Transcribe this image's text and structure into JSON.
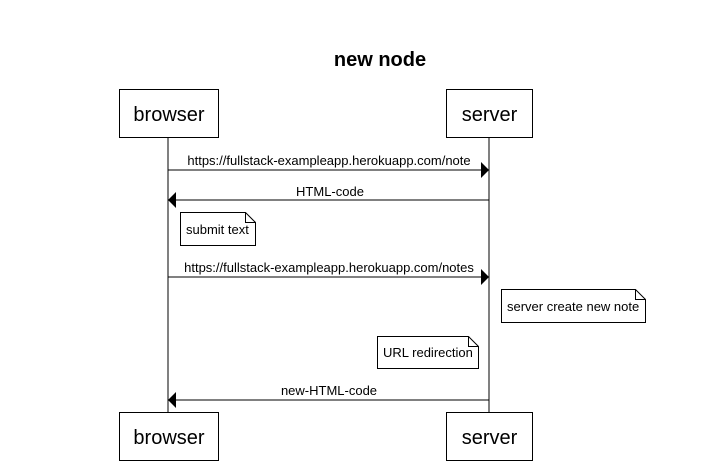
{
  "diagram": {
    "title": "new node",
    "actors": {
      "browser": "browser",
      "server": "server"
    },
    "messages": [
      {
        "from": "browser",
        "to": "server",
        "label": "https://fullstack-exampleapp.herokuapp.com/note"
      },
      {
        "from": "server",
        "to": "browser",
        "label": "HTML-code"
      },
      {
        "from": "browser",
        "to": "server",
        "label": "https://fullstack-exampleapp.herokuapp.com/notes"
      },
      {
        "from": "server",
        "to": "browser",
        "label": "new-HTML-code"
      }
    ],
    "notes": [
      {
        "text": "submit text"
      },
      {
        "text": "server create new note"
      },
      {
        "text": "URL redirection"
      }
    ]
  }
}
